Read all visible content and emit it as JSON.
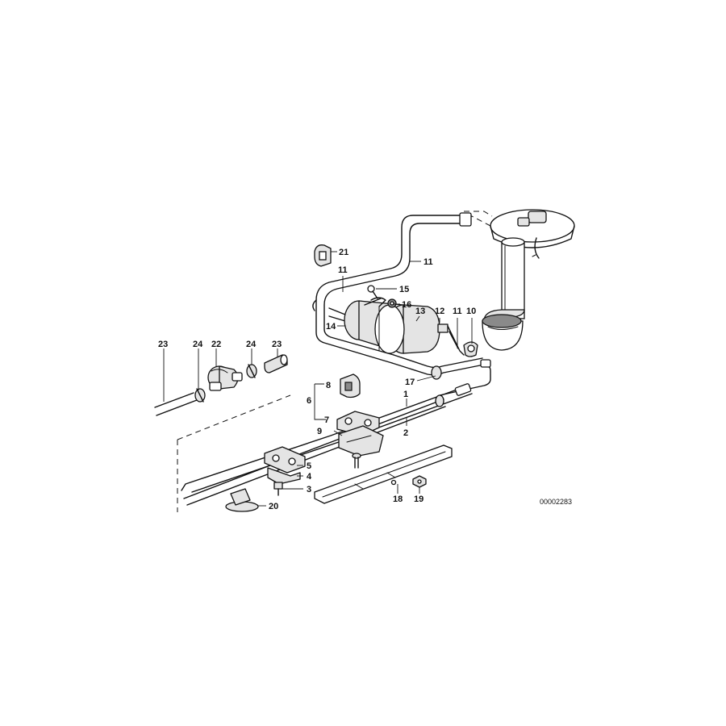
{
  "callouts": {
    "c1": "1",
    "c2": "2",
    "c3": "3",
    "c4": "4",
    "c5": "5",
    "c6": "6",
    "c7": "7",
    "c8": "8",
    "c9": "9",
    "c10": "10",
    "c11a": "11",
    "c11b": "11",
    "c11c": "11",
    "c12": "12",
    "c13": "13",
    "c14": "14",
    "c15": "15",
    "c16": "16",
    "c17": "17",
    "c18": "18",
    "c19": "19",
    "c20": "20",
    "c21": "21",
    "c22": "22",
    "c23a": "23",
    "c23b": "23",
    "c24a": "24",
    "c24b": "24"
  },
  "reference_number": "00002283"
}
